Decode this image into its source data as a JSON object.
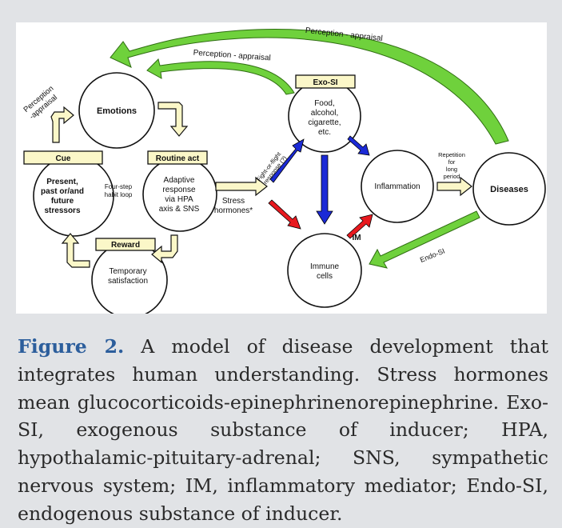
{
  "diagram": {
    "perception_top": "Perception - appraisal",
    "perception_mid": "Perception - appraisal",
    "perception_left": [
      "Perception",
      "-appraisal"
    ],
    "emotions": "Emotions",
    "cue_label": "Cue",
    "cue_body": [
      "Present,",
      "past or/and",
      "future",
      "stressors"
    ],
    "four_step": [
      "Four-step",
      "habit loop"
    ],
    "routine_label": "Routine act",
    "routine_body": [
      "Adaptive",
      "response",
      "via HPA",
      "axis & SNS"
    ],
    "reward_label": "Reward",
    "reward_body": [
      "Temporary",
      "satisfaction"
    ],
    "stress_hormones": [
      "Stress",
      "hormones*"
    ],
    "fight_flight": [
      "Fight-or-flight",
      "response (?)"
    ],
    "exo_label": "Exo-SI",
    "exo_body": [
      "Food,",
      "alcohol,",
      "cigarette,",
      "etc."
    ],
    "inflammation": "Inflammation",
    "repetition": [
      "Repetition",
      "for",
      "long",
      "period"
    ],
    "diseases": "Diseases",
    "im": "IM",
    "endo_si": "Endo-SI",
    "immune": [
      "Immune",
      "cells"
    ]
  },
  "caption": {
    "label": "Figure 2.",
    "text": " A model of disease development that integrates human understanding. Stress hormones mean glucocorticoids-epinephrinenorepinephrine. Exo-SI, exogenous substance of inducer; HPA, hypothalamic-pituitary-adrenal; SNS, sympathetic nervous system; IM, inflammatory mediator; Endo-SI, endogenous substance of inducer."
  },
  "colors": {
    "green": "#6fd13c",
    "red": "#e8191f",
    "blue": "#1b2ad6",
    "cream": "#fbf7c8",
    "caption_label": "#2c5e9c"
  }
}
